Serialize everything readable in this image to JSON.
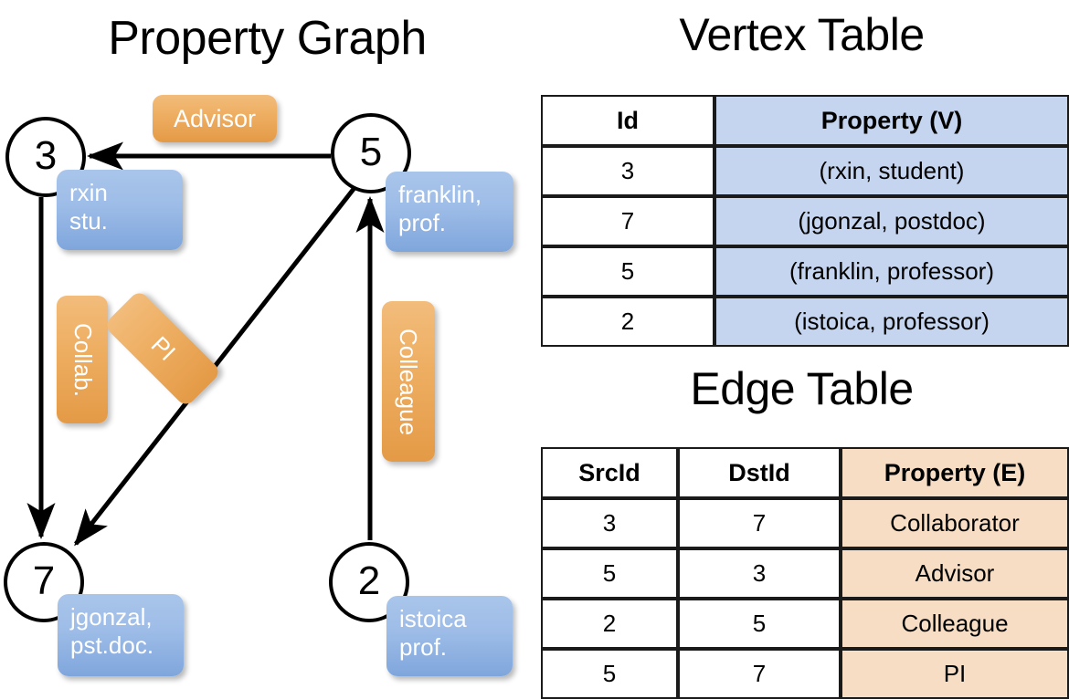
{
  "titles": {
    "property_graph": "Property Graph",
    "vertex_table": "Vertex Table",
    "edge_table": "Edge Table"
  },
  "graph": {
    "nodes": [
      {
        "id": "3",
        "name": "rxin",
        "role": "stu.",
        "property_line1": "rxin",
        "property_line2": "stu."
      },
      {
        "id": "5",
        "name": "franklin",
        "role": "prof.",
        "property_line1": "franklin,",
        "property_line2": "prof."
      },
      {
        "id": "7",
        "name": "jgonzal",
        "role": "pst.doc.",
        "property_line1": "jgonzal,",
        "property_line2": "pst.doc."
      },
      {
        "id": "2",
        "name": "istoica",
        "role": "prof.",
        "property_line1": "istoica",
        "property_line2": "prof."
      }
    ],
    "edge_labels": [
      {
        "key": "advisor",
        "label": "Advisor",
        "src": "5",
        "dst": "3"
      },
      {
        "key": "collab",
        "label": "Collab.",
        "src": "3",
        "dst": "7"
      },
      {
        "key": "pi",
        "label": "PI",
        "src": "5",
        "dst": "7"
      },
      {
        "key": "colleague",
        "label": "Colleague",
        "src": "2",
        "dst": "5"
      }
    ],
    "colors": {
      "node_stroke": "#000000",
      "vertex_property_box": "#9dbce7",
      "edge_label_box": "#eeaf63",
      "edge_line": "#000000"
    }
  },
  "vertex_table": {
    "headers": [
      "Id",
      "Property (V)"
    ],
    "rows": [
      {
        "id": "3",
        "property": "(rxin, student)"
      },
      {
        "id": "7",
        "property": "(jgonzal, postdoc)"
      },
      {
        "id": "5",
        "property": "(franklin, professor)"
      },
      {
        "id": "2",
        "property": "(istoica, professor)"
      }
    ],
    "property_cell_color": "#c5d5ef"
  },
  "edge_table": {
    "headers": [
      "SrcId",
      "DstId",
      "Property (E)"
    ],
    "rows": [
      {
        "src": "3",
        "dst": "7",
        "property": "Collaborator"
      },
      {
        "src": "5",
        "dst": "3",
        "property": "Advisor"
      },
      {
        "src": "2",
        "dst": "5",
        "property": "Colleague"
      },
      {
        "src": "5",
        "dst": "7",
        "property": "PI"
      }
    ],
    "property_cell_color": "#f7ddc3"
  }
}
